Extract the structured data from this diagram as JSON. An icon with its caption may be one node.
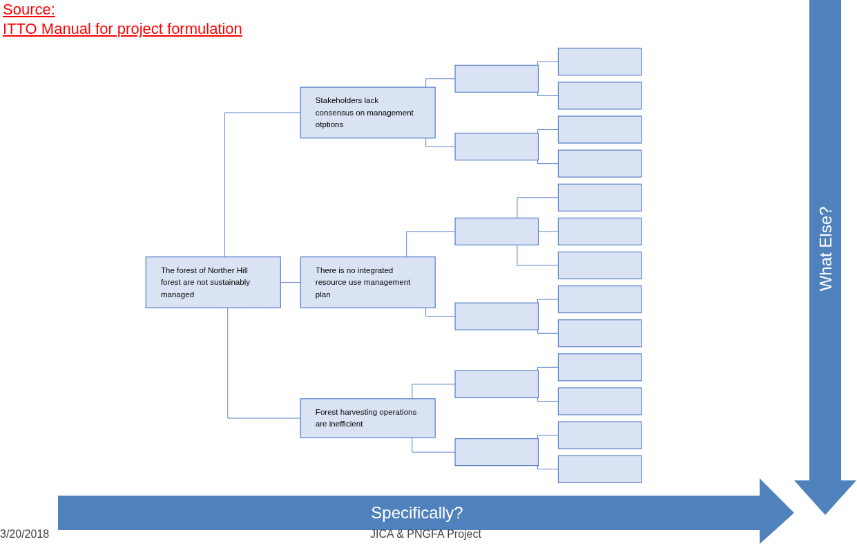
{
  "diagram": {
    "nodes": [
      {
        "text": [
          "The forest of Norther Hill forest are not sustainably managed"
        ]
      },
      {
        "text": [
          "Stakeholders lack consensus on management otptions"
        ]
      },
      {
        "text": [
          "There is no integrated resource use management plan"
        ]
      },
      {
        "text": [
          "Forest harvesting operations are inefficient"
        ]
      },
      {
        "text": [],
        "shape": "box"
      },
      {
        "text": [],
        "shape": "box"
      },
      {
        "text": [],
        "shape": "box"
      },
      {
        "text": [],
        "shape": "box"
      },
      {
        "text": [],
        "shape": "box"
      },
      {
        "text": [],
        "shape": "box"
      },
      {
        "text": [],
        "shape": "box"
      },
      {
        "text": [],
        "shape": "box"
      },
      {
        "text": [],
        "shape": "box"
      },
      {
        "text": [],
        "shape": "box"
      },
      {
        "text": [],
        "shape": "box"
      },
      {
        "text": [],
        "shape": "box"
      },
      {
        "text": [],
        "shape": "box"
      },
      {
        "text": [],
        "shape": "box"
      },
      {
        "text": [],
        "shape": "box"
      },
      {
        "text": [],
        "shape": "box"
      },
      {
        "text": [],
        "shape": "box"
      },
      {
        "text": [],
        "shape": "box"
      },
      {
        "text": [],
        "shape": "box"
      }
    ],
    "edges": [
      {
        "from": 0,
        "to": 1,
        "arrow": "none"
      },
      {
        "from": 0,
        "to": 2,
        "arrow": "none"
      },
      {
        "from": 0,
        "to": 3,
        "arrow": "none"
      },
      {
        "from": 1,
        "to": 4,
        "arrow": "none"
      },
      {
        "from": 1,
        "to": 5,
        "arrow": "none"
      },
      {
        "from": 2,
        "to": 6,
        "arrow": "none"
      },
      {
        "from": 2,
        "to": 7,
        "arrow": "none"
      },
      {
        "from": 3,
        "to": 8,
        "arrow": "none"
      },
      {
        "from": 3,
        "to": 9,
        "arrow": "none"
      },
      {
        "from": 4,
        "to": 10,
        "arrow": "none"
      },
      {
        "from": 4,
        "to": 11,
        "arrow": "none"
      },
      {
        "from": 5,
        "to": 12,
        "arrow": "none"
      },
      {
        "from": 5,
        "to": 13,
        "arrow": "none"
      },
      {
        "from": 6,
        "to": 14,
        "arrow": "none"
      },
      {
        "from": 6,
        "to": 15,
        "arrow": "none"
      },
      {
        "from": 6,
        "to": 16,
        "arrow": "none"
      },
      {
        "from": 7,
        "to": 17,
        "arrow": "none"
      },
      {
        "from": 7,
        "to": 18,
        "arrow": "none"
      },
      {
        "from": 8,
        "to": 19,
        "arrow": "none"
      },
      {
        "from": 8,
        "to": 20,
        "arrow": "none"
      },
      {
        "from": 9,
        "to": 21,
        "arrow": "none"
      },
      {
        "from": 9,
        "to": 22,
        "arrow": "none"
      }
    ],
    "labels": [
      "Source:",
      "ITTO Manual for project formulation",
      "What Else?",
      "Specifically?",
      "3/20/2018",
      "JICA & PNGFA Project"
    ]
  }
}
